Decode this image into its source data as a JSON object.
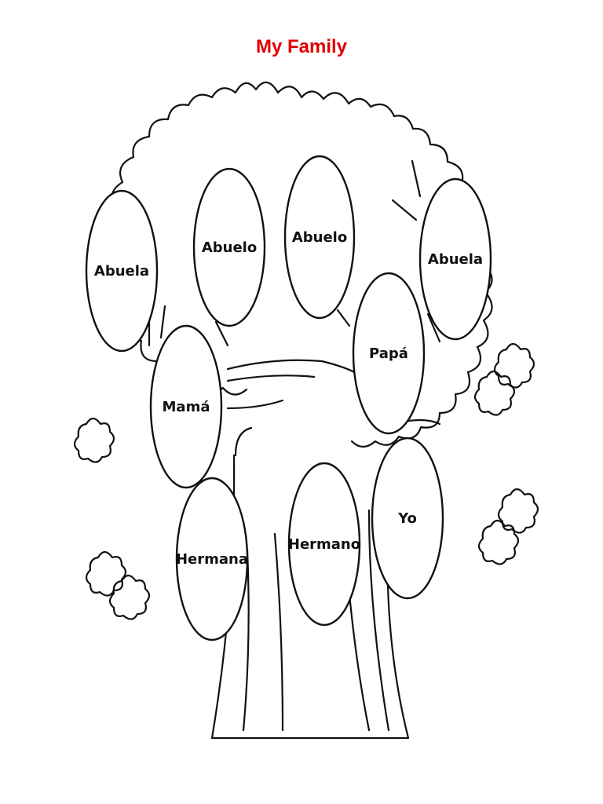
{
  "title": "My Family",
  "colors": {
    "title": "#e00000",
    "ink": "#111111",
    "fill": "#ffffff"
  },
  "members": {
    "abuela_left": "Abuela",
    "abuelo_left": "Abuelo",
    "abuelo_right": "Abuelo",
    "abuela_right": "Abuela",
    "mama": "Mamá",
    "papa": "Papá",
    "hermana": "Hermana",
    "hermano": "Hermano",
    "yo": "Yo"
  }
}
